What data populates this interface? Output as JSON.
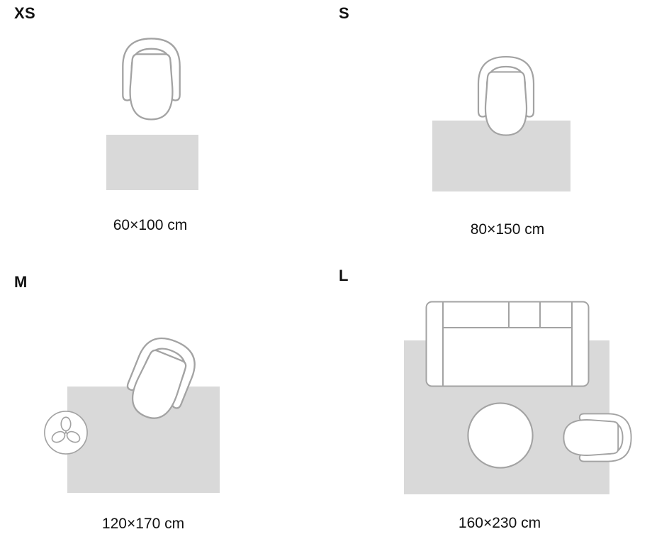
{
  "guide": {
    "sizes": [
      {
        "code": "XS",
        "dimensions": "60×100 cm"
      },
      {
        "code": "S",
        "dimensions": "80×150 cm"
      },
      {
        "code": "M",
        "dimensions": "120×170 cm"
      },
      {
        "code": "L",
        "dimensions": "160×230 cm"
      }
    ]
  },
  "icons": {
    "armchair": "armchair-top-view-icon",
    "sofa": "sofa-top-view-icon",
    "coffee_table": "round-coffee-table-icon",
    "plant": "potted-plant-icon",
    "rug": "rug-swatch"
  },
  "colors": {
    "background": "#ffffff",
    "rug": "#d9d9d9",
    "outline": "#a3a3a3",
    "text": "#111111"
  }
}
